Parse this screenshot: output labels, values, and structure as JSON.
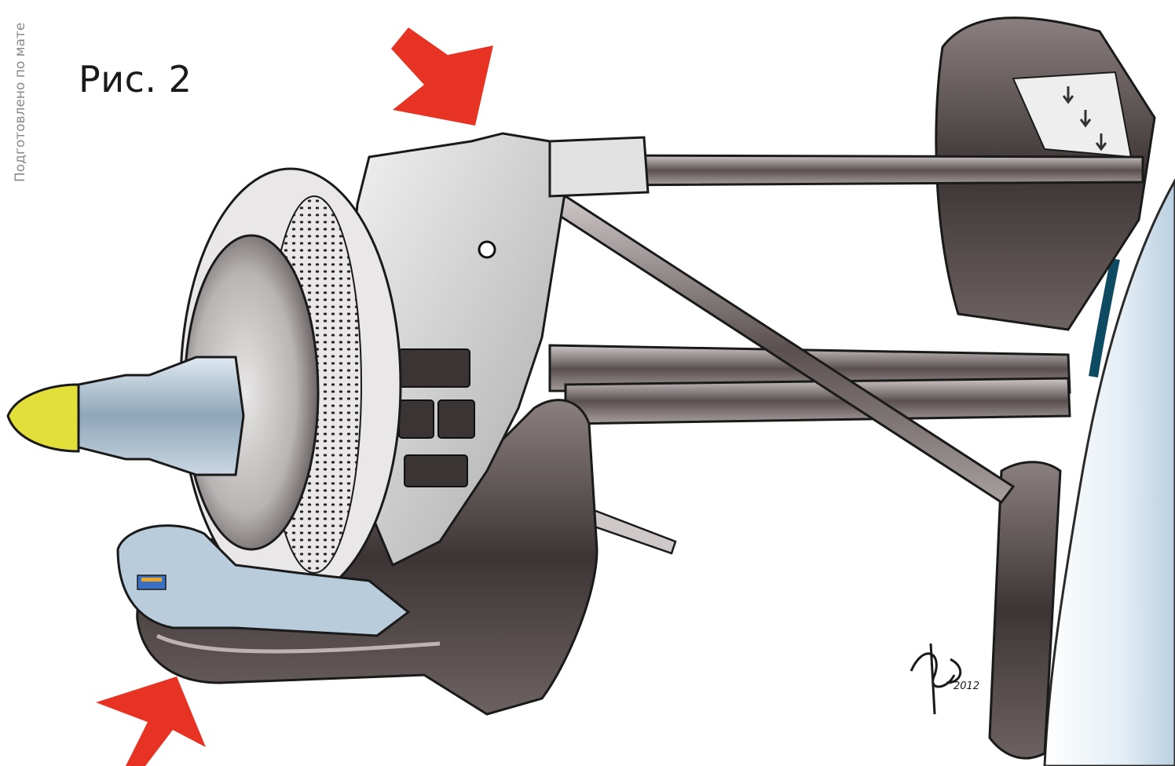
{
  "figure": {
    "label": "Рис. 2",
    "side_caption": "Подготовлено по мате",
    "signature_text": "2012"
  },
  "colors": {
    "arrow": "#e63323",
    "nose_cone": "#e2df3a",
    "hub_metal": "#9fb6c7",
    "carbon": "#4a4040",
    "chassis_blue": "#d6e4ee"
  },
  "illustration": {
    "subject": "front-wheel-assembly-illustration",
    "parts": [
      "wheel-hub-nose-icon",
      "brake-disc-icon",
      "upright-icon",
      "brake-duct-icon",
      "wishbone-icon",
      "push-rod-icon",
      "steering-arm-icon",
      "chassis-icon",
      "brake-caliper-icon"
    ],
    "arrows": [
      "red-arrow-top-icon",
      "red-arrow-bottom-icon"
    ]
  }
}
